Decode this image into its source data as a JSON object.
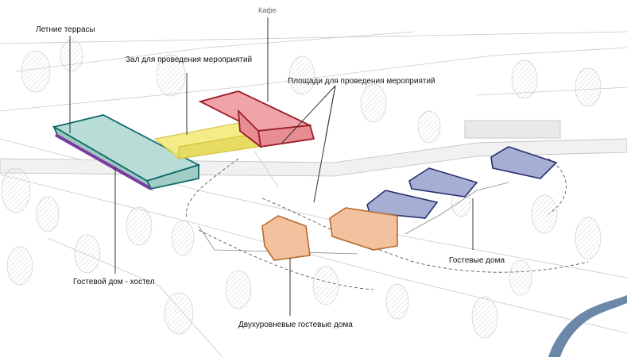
{
  "labels": {
    "cafe": "Кафе",
    "summer_terraces": "Летние террасы",
    "event_hall": "Зал для проведения мероприятий",
    "event_areas": "Площади для проведения мероприятий",
    "guest_hostel": "Гостевой дом - хостел",
    "guest_houses": "Гостевые дома",
    "two_level_houses": "Двухуровневые гостевые дома"
  },
  "colors": {
    "hostel": "#b8dcd6",
    "hall": "#f3ea79",
    "cafe": "#f0a3a8",
    "guest_houses": "#a6aed4",
    "two_level": "#f3c19e",
    "terraces": "#7a3ba0",
    "water": "#6b88a8"
  }
}
